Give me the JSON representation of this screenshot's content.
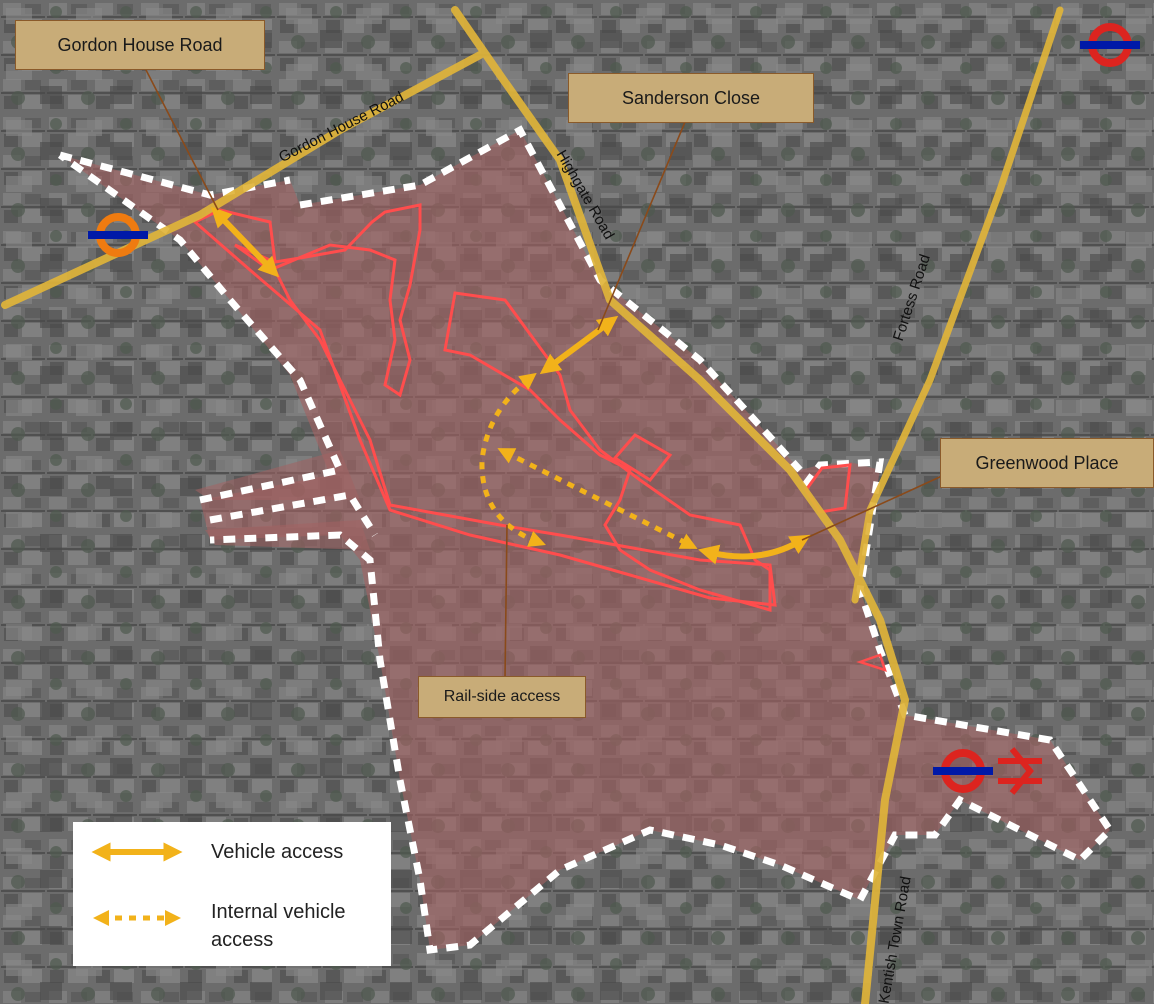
{
  "callouts": {
    "gordon_house_road": "Gordon House Road",
    "sanderson_close": "Sanderson Close",
    "greenwood_place": "Greenwood Place",
    "rail_side_access": "Rail-side access"
  },
  "road_labels": {
    "gordon_house_road": "Gordon House Road",
    "highgate_road": "Highgate Road",
    "fortess_road": "Fortess Road",
    "kentish_town_road": "Kentish Town Road"
  },
  "legend": {
    "vehicle_access": "Vehicle access",
    "internal_vehicle_access_line1": "Internal vehicle",
    "internal_vehicle_access_line2": "access"
  },
  "icons": {
    "overground": "overground-roundel-icon",
    "underground": "underground-roundel-icon",
    "national_rail": "national-rail-icon"
  },
  "colors": {
    "road": "#e0b43a",
    "site_boundary": "#ff4d4d",
    "site_fill": "#a36262",
    "area_outline": "#ffffff",
    "access_arrow": "#f2b21a",
    "callout_fill": "#c8ac78",
    "callout_border": "#8a5a2a",
    "overground_orange": "#ef7b10",
    "tfl_red": "#dc241f",
    "tfl_blue": "#0019a8"
  }
}
